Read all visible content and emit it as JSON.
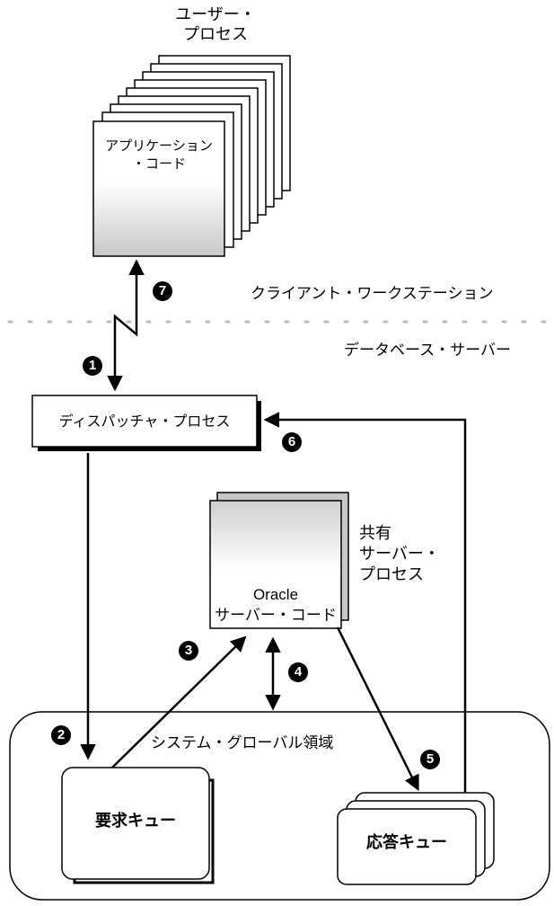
{
  "labels": {
    "user_process": "ユーザー・\nプロセス",
    "application_code": "アプリケーション\n・コード",
    "client_workstation": "クライアント・ワークステーション",
    "database_server": "データベース・サーバー",
    "dispatcher_process": "ディスパッチャ・プロセス",
    "shared_server_process": "共有\nサーバー・\nプロセス",
    "oracle_server_code": "Oracle\nサーバー・コード",
    "sga": "システム・グローバル領域",
    "request_queue": "要求キュー",
    "response_queue": "応答キュー"
  },
  "steps": [
    "1",
    "2",
    "3",
    "4",
    "5",
    "6",
    "7"
  ]
}
